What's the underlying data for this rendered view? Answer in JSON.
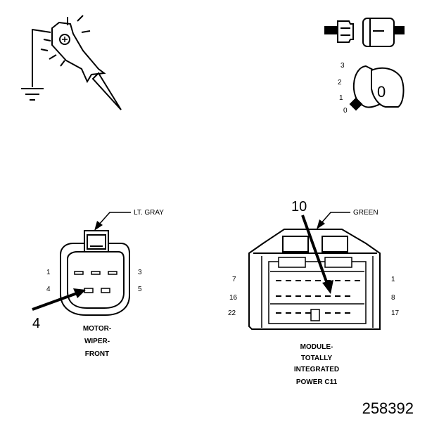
{
  "key_switch": {
    "positions": [
      "3",
      "2",
      "1",
      "0"
    ],
    "current_label": "0"
  },
  "motor_connector": {
    "color_label": "LT. GRAY",
    "pin_labels": [
      "1",
      "3",
      "4",
      "5"
    ],
    "callout_number": "4",
    "name_lines": [
      "MOTOR-",
      "WIPER-",
      "FRONT"
    ]
  },
  "module_connector": {
    "color_label": "GREEN",
    "pin_labels": [
      "7",
      "1",
      "16",
      "8",
      "22",
      "17"
    ],
    "callout_number": "10",
    "name_lines": [
      "MODULE-",
      "TOTALLY",
      "INTEGRATED",
      "POWER C11"
    ]
  },
  "figure_number": "258392"
}
